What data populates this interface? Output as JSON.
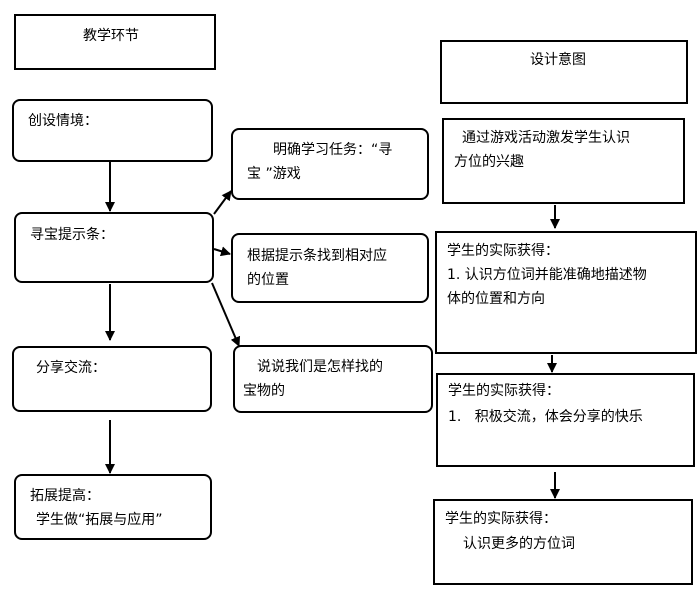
{
  "left": {
    "header": "教学环节",
    "step1": "创设情境：",
    "step2": "寻宝提示条：",
    "step3": "分享交流：",
    "step4_line1": "拓展提高：",
    "step4_line2": "学生做“拓展与应用”"
  },
  "middle": {
    "task1_line1": "明确学习任务：“寻",
    "task1_line2": "宝 ”游戏",
    "task2_line1": "根据提示条找到相对应",
    "task2_line2": "的位置",
    "task3_line1": "说说我们是怎样找的",
    "task3_line2": "宝物的"
  },
  "right": {
    "header": "设计意图",
    "intent1_line1": "通过游戏活动激发学生认识",
    "intent1_line2": "方位的兴趣",
    "gain1_title": "学生的实际获得：",
    "gain1_line1": "1. 认识方位词并能准确地描述物",
    "gain1_line2": "体的位置和方向",
    "gain2_title": "学生的实际获得：",
    "gain2_line1": "1.   积极交流，体会分享的快乐",
    "gain3_title": "学生的实际获得：",
    "gain3_line1": "认识更多的方位词"
  }
}
